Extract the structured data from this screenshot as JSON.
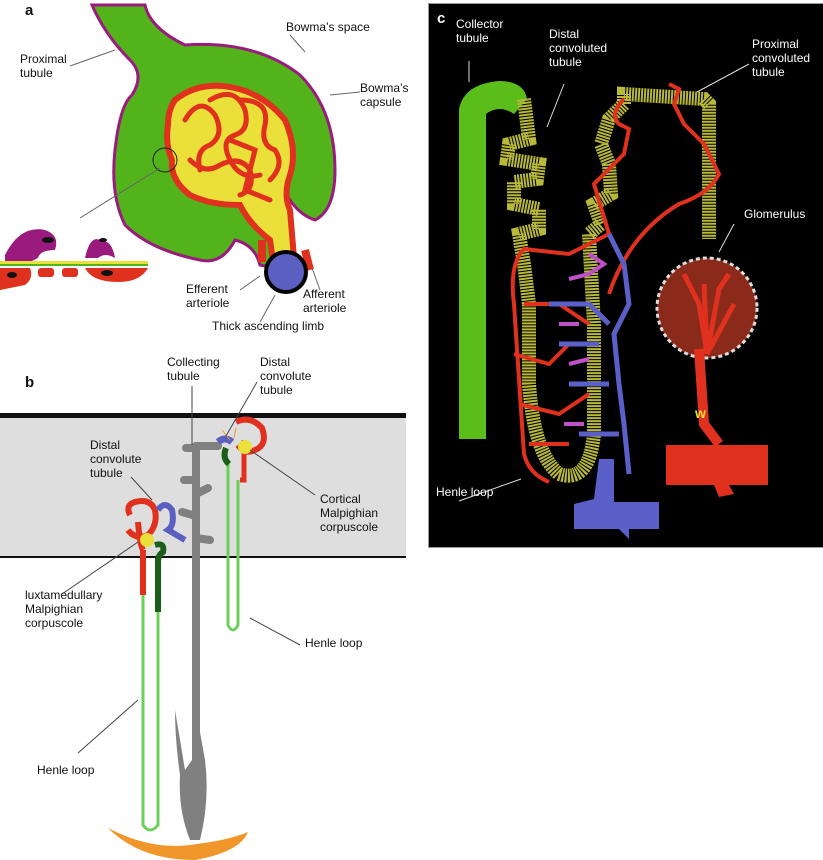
{
  "figure": {
    "panels": [
      {
        "id": "a",
        "letter": "a",
        "labels": {
          "proximal_tubule": "Proximal\ntubule",
          "bowmans_space": "Bowma’s space",
          "bowmans_capsule": "Bowma’s\ncapsule",
          "efferent_arteriole": "Efferent\narteriole",
          "afferent_arteriole": "Afferent\narteriole",
          "thick_ascending_limb": "Thick ascending limb"
        }
      },
      {
        "id": "b",
        "letter": "b",
        "labels": {
          "collecting_tubule": "Collecting\ntubule",
          "distal_convolute_tubule_top": "Distal\nconvolute\ntubule",
          "distal_convolute_tubule_left": "Distal\nconvolute\ntubule",
          "cortical_malpighian_corpuscole": "Cortical\nMalpighian\ncorpuscole",
          "juxtamedullary_malpighian_corpuscole": "luxtamedullary\nMalpighian\ncorpuscole",
          "henle_loop_right": "Henle loop",
          "henle_loop_left": "Henle loop"
        }
      },
      {
        "id": "c",
        "letter": "c",
        "labels": {
          "collector_tubule": "Collector\ntubule",
          "distal_convoluted_tubule": "Distal\nconvoluted\ntubule",
          "proximal_convoluted_tubule": "Proximal\nconvoluted\ntubule",
          "glomerulus": "Glomerulus",
          "henle_loop": "Henle loop",
          "w_mark": "w"
        }
      }
    ],
    "colors": {
      "tubule_green": "#52b41a",
      "capsule_magenta": "#9b1a7e",
      "capillary_red": "#e0301e",
      "glomerulus_yellow": "#ebe03a",
      "limb_blue": "#5a5fc0",
      "cortex_gray": "#dedede",
      "collecting_gray": "#808080",
      "loop_light_green": "#6ccf5a",
      "dark_green": "#1a5e1a",
      "papilla_orange": "#f0962a",
      "c_background": "#000000",
      "c_collector_green": "#5bbd1a",
      "c_tubule_yellow": "#c8c83a",
      "c_vein_blue": "#5a60c8",
      "c_purple": "#c050c8",
      "c_glom_brown": "#8a2a1a"
    }
  }
}
